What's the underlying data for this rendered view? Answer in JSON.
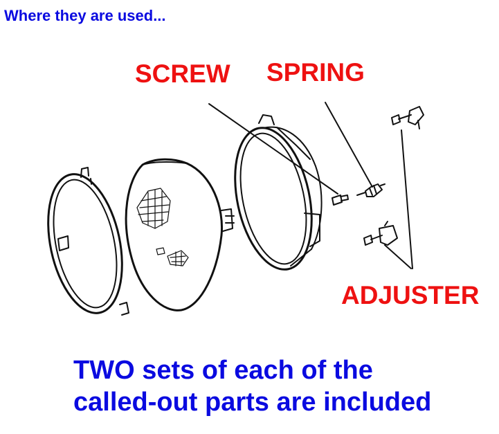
{
  "heading": "Where they are used...",
  "labels": {
    "screw": "SCREW",
    "spring": "SPRING",
    "adjuster": "ADJUSTER"
  },
  "note": {
    "line1": "TWO sets of each of the",
    "line2": "called-out parts are included"
  },
  "colors": {
    "heading": "#0a0ae0",
    "label": "#ee1111",
    "note": "#0a0ae0",
    "lineart": "#111111"
  }
}
